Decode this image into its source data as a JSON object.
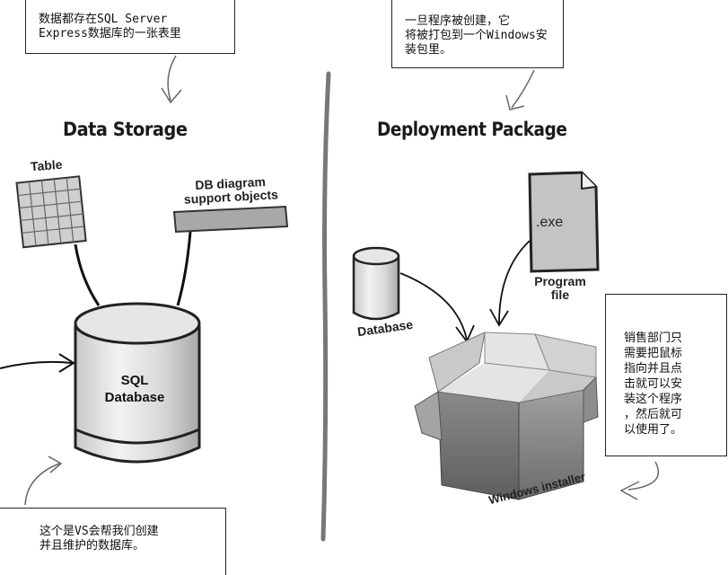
{
  "notes": {
    "top_left": "数据都存在SQL Server\nExpress数据库的一张表里",
    "top_right": "一旦程序被创建，它\n将被打包到一个Windows安\n装包里。",
    "right": "销售部门只\n需要把鼠标\n指向并且点\n击就可以安\n装这个程序\n，然后就可\n以使用了。",
    "bottom_left": "这个是VS会帮我们创建\n并且维护的数据库。"
  },
  "headings": {
    "data_storage": "Data Storage",
    "deployment_package": "Deployment Package"
  },
  "labels": {
    "table": "Table",
    "db_diagram": "DB diagram\nsupport objects",
    "sql_database": "SQL\nDatabase",
    "database": "Database",
    "exe": ".exe",
    "program_file": "Program\nfile",
    "windows_installer": "Windows installer"
  }
}
